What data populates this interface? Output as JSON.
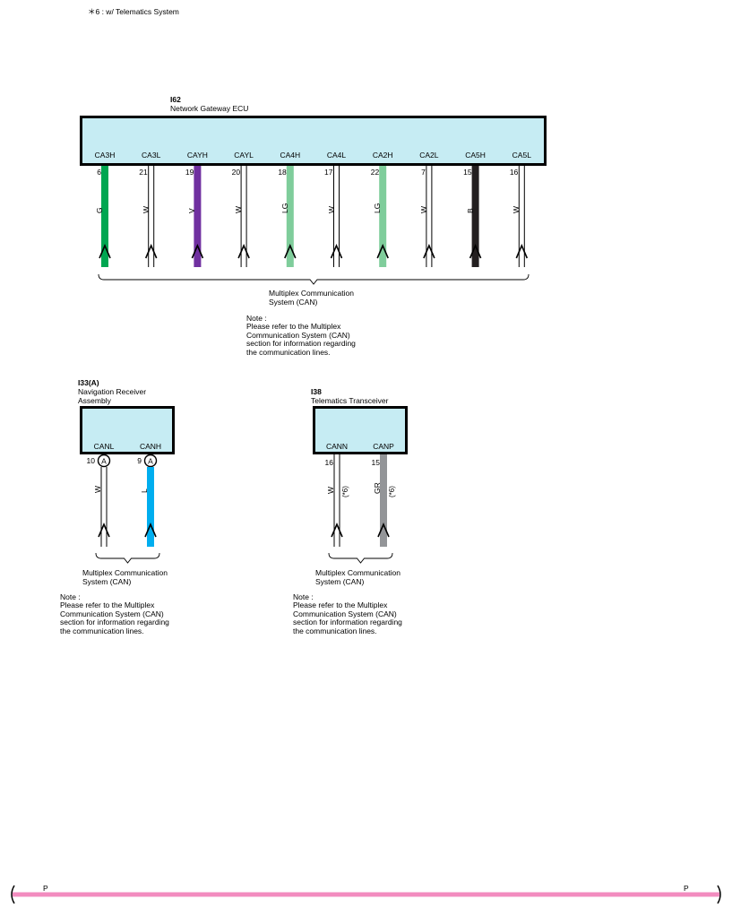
{
  "footnote": "＊6 : w/ Telematics System",
  "gateway": {
    "code": "I62",
    "name": "Network Gateway ECU",
    "pins": [
      {
        "label": "CA3H",
        "num": "6",
        "wire": "G",
        "color": "#00a651"
      },
      {
        "label": "CA3L",
        "num": "21",
        "wire": "W",
        "color": "#ffffff"
      },
      {
        "label": "CAYH",
        "num": "19",
        "wire": "V",
        "color": "#7030a0"
      },
      {
        "label": "CAYL",
        "num": "20",
        "wire": "W",
        "color": "#ffffff"
      },
      {
        "label": "CA4H",
        "num": "18",
        "wire": "LG",
        "color": "#7fcd9b"
      },
      {
        "label": "CA4L",
        "num": "17",
        "wire": "W",
        "color": "#ffffff"
      },
      {
        "label": "CA2H",
        "num": "22",
        "wire": "LG",
        "color": "#7fcd9b"
      },
      {
        "label": "CA2L",
        "num": "7",
        "wire": "W",
        "color": "#ffffff"
      },
      {
        "label": "CA5H",
        "num": "15",
        "wire": "B",
        "color": "#231f20"
      },
      {
        "label": "CA5L",
        "num": "16",
        "wire": "W",
        "color": "#ffffff"
      }
    ],
    "system_label_1": "Multiplex Communication",
    "system_label_2": "System (CAN)",
    "note_title": "Note :",
    "note_body": "Please refer to the Multiplex\nCommunication System (CAN)\nsection for information regarding\nthe communication lines."
  },
  "nav": {
    "code": "I33(A)",
    "name_1": "Navigation Receiver",
    "name_2": "Assembly",
    "pins": [
      {
        "label": "CANL",
        "num": "10",
        "conn": "A",
        "wire": "W",
        "color": "#ffffff"
      },
      {
        "label": "CANH",
        "num": "9",
        "conn": "A",
        "wire": "L",
        "color": "#00aeef"
      }
    ],
    "system_label_1": "Multiplex Communication",
    "system_label_2": "System (CAN)",
    "note_title": "Note :",
    "note_body": "Please refer to the Multiplex\nCommunication System (CAN)\nsection for information regarding\nthe communication lines."
  },
  "telematics": {
    "code": "I38",
    "name": "Telematics Transceiver",
    "pins": [
      {
        "label": "CANN",
        "num": "16",
        "wire": "W",
        "tag": "(*6)",
        "color": "#ffffff"
      },
      {
        "label": "CANP",
        "num": "15",
        "wire": "GR",
        "tag": "(*6)",
        "color": "#939598"
      }
    ],
    "system_label_1": "Multiplex Communication",
    "system_label_2": "System (CAN)",
    "note_title": "Note :",
    "note_body": "Please refer to the Multiplex\nCommunication System (CAN)\nsection for information regarding\nthe communication lines."
  },
  "bus": {
    "left_label": "P",
    "right_label": "P",
    "color": "#f28cbf"
  }
}
